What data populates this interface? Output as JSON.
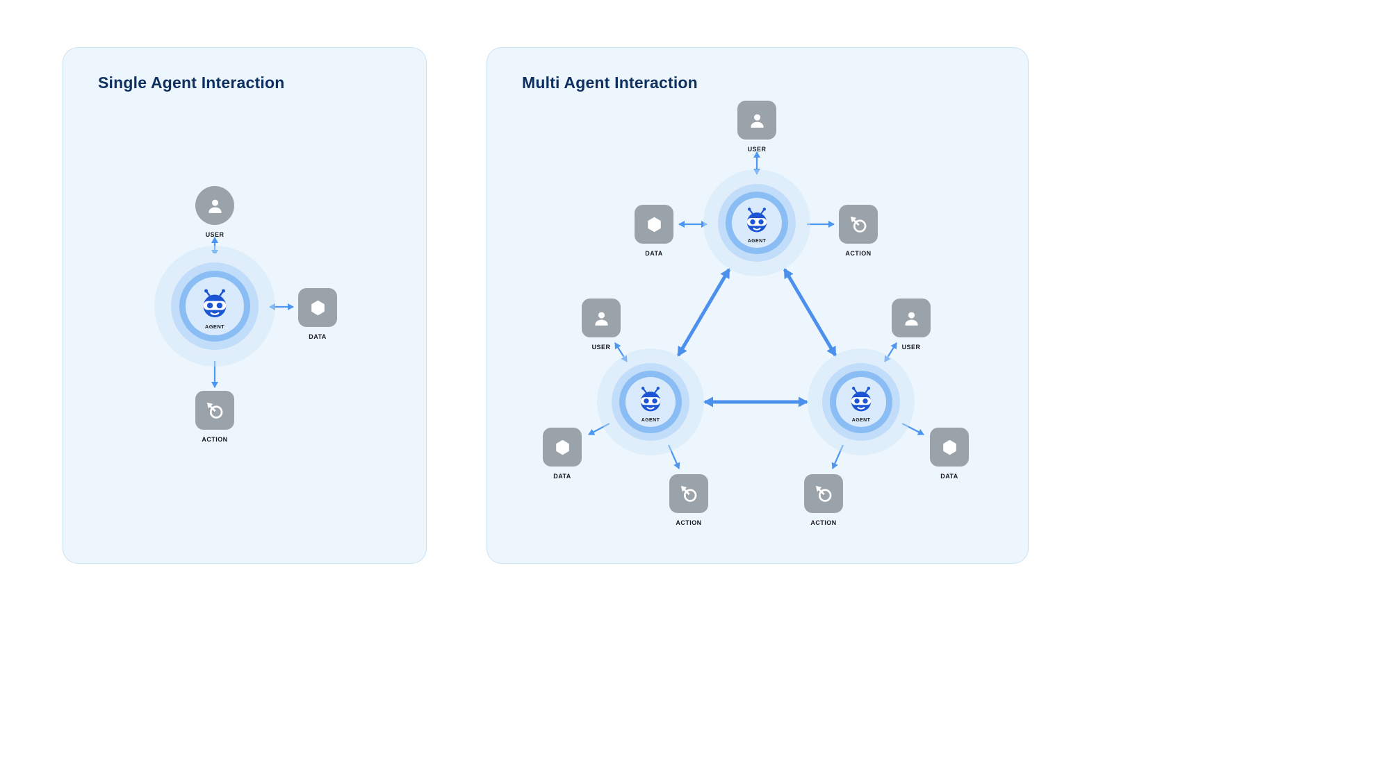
{
  "panels": {
    "single": {
      "title": "Single Agent Interaction"
    },
    "multi": {
      "title": "Multi Agent Interaction"
    }
  },
  "labels": {
    "user": "USER",
    "agent": "AGENT",
    "data": "DATA",
    "action": "ACTION"
  },
  "colors": {
    "panel_bg": "#eef6fd",
    "panel_border": "#c7e1f4",
    "title_navy": "#0d3060",
    "icon_gray": "#9aa2aa",
    "agent_blue": "#1c55d4",
    "arrow_blue": "#4b96f0",
    "ring_light": "#e0eefb",
    "ring_mid": "#c2ddf9",
    "ring_dark": "#8abdf3",
    "core_bg": "#d9eafc"
  },
  "icons": {
    "user": "person-silhouette",
    "agent": "robot-face",
    "data": "hexagon",
    "action": "click-arrow-circle"
  }
}
